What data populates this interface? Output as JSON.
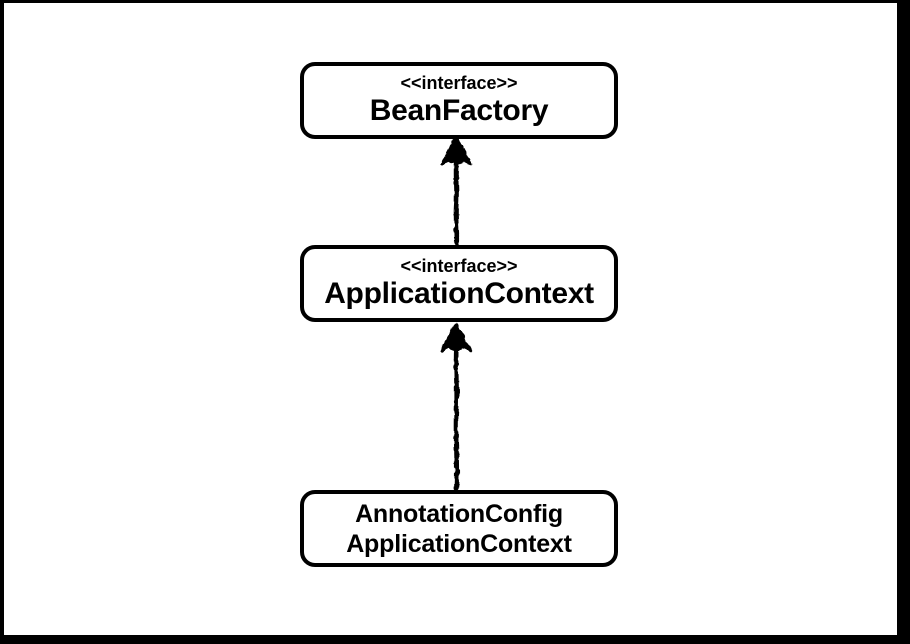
{
  "window": {
    "background": "#ffffff",
    "frame_color": "#000000"
  },
  "diagram": {
    "type": "uml-class-hierarchy",
    "nodes": [
      {
        "stereotype": "<<interface>>",
        "name": "BeanFactory"
      },
      {
        "stereotype": "<<interface>>",
        "name": "ApplicationContext"
      },
      {
        "name_line1": "AnnotationConfig",
        "name_line2": "ApplicationContext"
      }
    ],
    "edges": [
      {
        "from": "ApplicationContext",
        "to": "BeanFactory",
        "type": "inheritance"
      },
      {
        "from": "AnnotationConfigApplicationContext",
        "to": "ApplicationContext",
        "type": "inheritance"
      }
    ],
    "colors": {
      "node_border": "#000000",
      "node_fill": "#ffffff",
      "text": "#000000",
      "arrow": "#000000"
    }
  }
}
